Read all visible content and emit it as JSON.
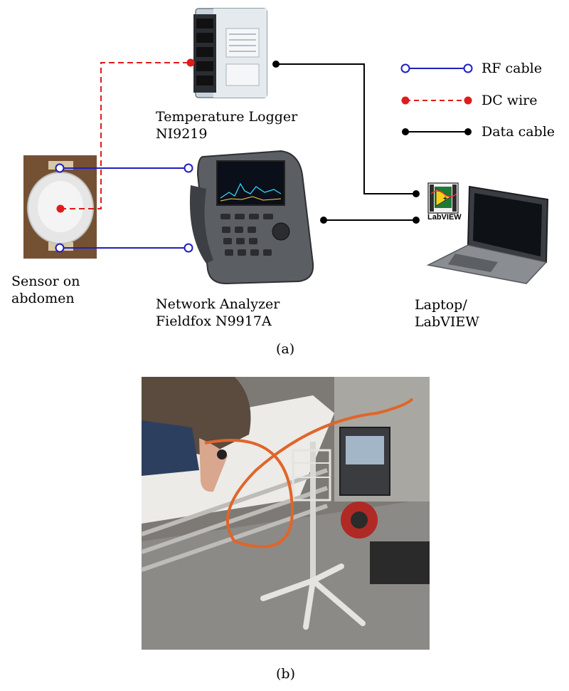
{
  "panel_a": {
    "caption": "(a)",
    "logger_label_line1": "Temperature Logger",
    "logger_label_line2": "NI9219",
    "sensor_label_line1": "Sensor on",
    "sensor_label_line2": "abdomen",
    "analyzer_label_line1": "Network Analyzer",
    "analyzer_label_line2": "Fieldfox N9917A",
    "laptop_label_line1": "Laptop/",
    "laptop_label_line2": "LabVIEW",
    "software_logo_text": "LabVIEW",
    "legend": {
      "rf": "RF cable",
      "dc": "DC wire",
      "data": "Data cable"
    },
    "colors": {
      "rf_cable": "#1f1fbf",
      "dc_wire": "#e01b1b",
      "data_cable": "#000000"
    }
  },
  "panel_b": {
    "caption": "(b)"
  }
}
